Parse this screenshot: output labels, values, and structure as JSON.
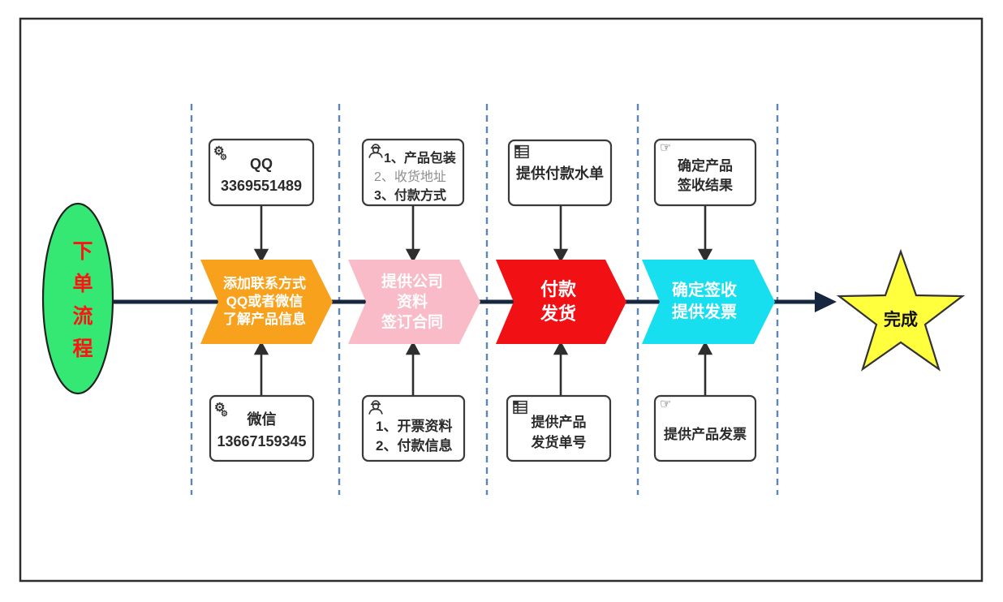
{
  "colors": {
    "start_fill": "#34E873",
    "start_text": "#FF1212",
    "chevron_text": "#FFFFFF",
    "stage1_fill": "#F7A11C",
    "stage2_fill": "#F8BBC7",
    "stage3_fill": "#F11014",
    "stage4_fill": "#18DFEF",
    "end_fill": "#FFFF3D",
    "end_text": "#111111",
    "main_line": "#16273F",
    "lane_divider": "#5B87B0"
  },
  "start": {
    "label": "下单流程"
  },
  "end": {
    "label": "完成"
  },
  "icon_glyphs": {
    "gear": "⚙",
    "hand": "☞"
  },
  "stages": [
    {
      "name": "add-contact",
      "chevron_lines": [
        "添加联系方式",
        "QQ或者微信",
        "了解产品信息"
      ],
      "top_box": {
        "icon": "gears-icon",
        "lines": [
          "QQ",
          "3369551489"
        ]
      },
      "bottom_box": {
        "icon": "gears-icon",
        "lines": [
          "微信",
          "13667159345"
        ]
      }
    },
    {
      "name": "company-info-contract",
      "chevron_lines": [
        "提供公司",
        "资料",
        "签订合同"
      ],
      "top_box": {
        "icon": "worker-icon",
        "lines": [
          "1、产品包装",
          "2、收货地址",
          "3、付款方式"
        ]
      },
      "bottom_box": {
        "icon": "worker-icon",
        "lines": [
          "1、开票资料",
          "2、付款信息"
        ]
      }
    },
    {
      "name": "pay-ship",
      "chevron_lines": [
        "付款",
        "发货"
      ],
      "top_box": {
        "icon": "table-icon",
        "lines": [
          "提供付款水单"
        ]
      },
      "bottom_box": {
        "icon": "table-icon",
        "lines": [
          "提供产品",
          "发货单号"
        ]
      }
    },
    {
      "name": "sign-invoice",
      "chevron_lines": [
        "确定签收",
        "提供发票"
      ],
      "top_box": {
        "icon": "pointing-hand-icon",
        "lines": [
          "确定产品",
          "签收结果"
        ]
      },
      "bottom_box": {
        "icon": "pointing-hand-icon",
        "lines": [
          "提供产品发票"
        ]
      }
    }
  ]
}
